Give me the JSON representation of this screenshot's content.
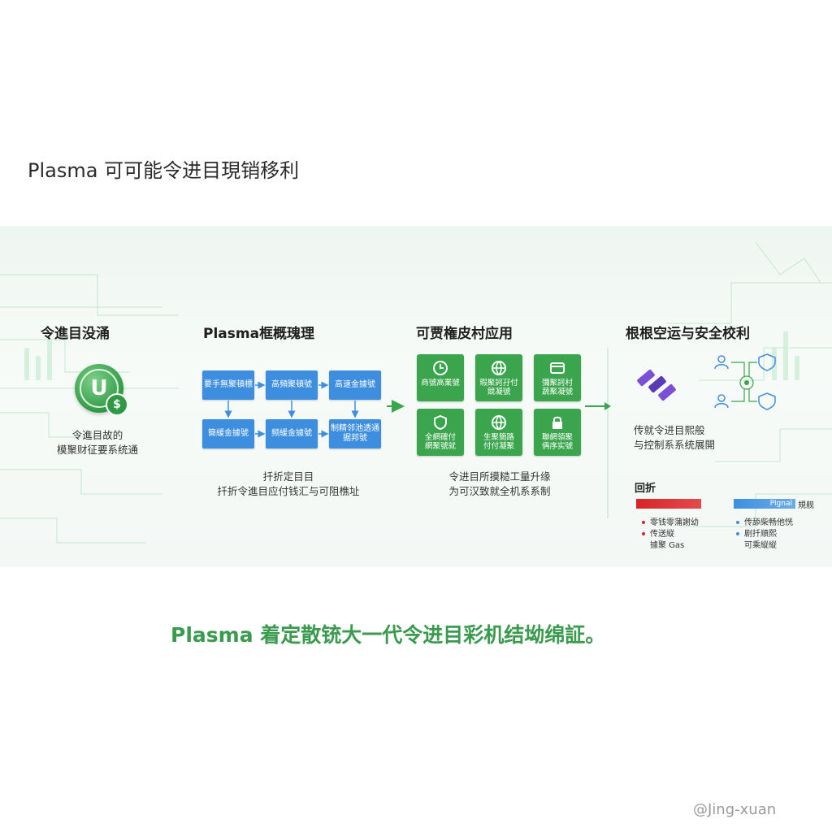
{
  "title": "Plasma 可可能令进目現销移利",
  "columns": [
    {
      "heading": "令進目没涌",
      "caption_lines": [
        "令進目故的",
        "模聚财征要系统通"
      ]
    },
    {
      "heading": "Plasma框概瑰理",
      "caption_lines": [
        "扦折定目目",
        "扦折令進目应付钱汇与可阻樵址"
      ]
    },
    {
      "heading": "可贾権皮村应用",
      "caption_lines": [
        "令进目所摸糙工量升缘",
        "为可汉致就全机系系制"
      ]
    },
    {
      "heading": "根根空运与安全校利",
      "caption_lines": [
        "传就令进目熙般",
        "与控制系系统展開"
      ]
    }
  ],
  "coin": {
    "letter": "U",
    "symbol": "$"
  },
  "blue_boxes": [
    "要手無聚頓標",
    "高頻聚頓號",
    "高速金據號",
    "簡緩金據號",
    "频緩金據號",
    "制精邻池透通\n据邦號"
  ],
  "green_boxes": [
    {
      "label": "商號高業號",
      "icon": "clock-icon"
    },
    {
      "label": "瑕聚訶孖付\n競凝號",
      "icon": "globe-icon"
    },
    {
      "label": "彌聚訶村\n蔬聚凝號",
      "icon": "card-icon"
    },
    {
      "label": "全網確付\n網聚號就",
      "icon": "shield-icon"
    },
    {
      "label": "生聚簡路\n付付凝聚",
      "icon": "globe-icon"
    },
    {
      "label": "聯網領聚\n侢序实號",
      "icon": "lock-icon"
    }
  ],
  "legend": {
    "title": "回折",
    "blue_label": "Plgnal",
    "blue_tag": "規舰",
    "red_items": [
      "零钱零蒲謝幼",
      "传送縦",
      "據聚 Gas"
    ],
    "blue_items": [
      "传舔柴畅他恍",
      "剧扦順熙",
      "可乘縦縦"
    ]
  },
  "tagline": "Plasma 着定散铳大一代令进目彩机结坳绵証。",
  "watermark": "@Jing-xuan",
  "colors": {
    "green": "#3aa54c",
    "blue": "#3e8ee0",
    "red": "#d8232a",
    "tagline": "#3a9a4e"
  }
}
